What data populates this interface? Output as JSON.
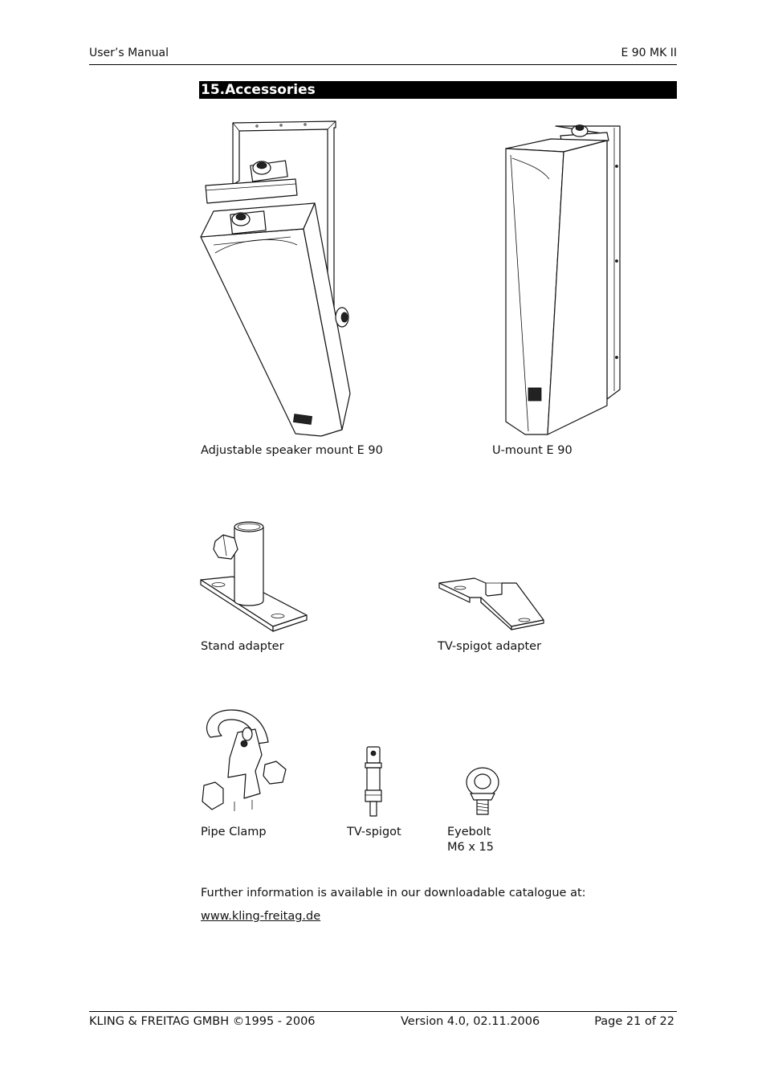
{
  "header": {
    "left": "User’s Manual",
    "right": "E 90 MK II"
  },
  "section": {
    "number": "15.",
    "title": "Accessories"
  },
  "figures": {
    "adjustable_mount": "Adjustable speaker mount E 90",
    "u_mount": "U-mount E 90",
    "stand_adapter": "Stand adapter",
    "tv_spigot_adapter": "TV-spigot adapter",
    "pipe_clamp": "Pipe Clamp",
    "tv_spigot": "TV-spigot",
    "eyebolt_line1": "Eyebolt",
    "eyebolt_line2": "M6 x 15"
  },
  "info": {
    "text": "Further information is available in our downloadable catalogue at:",
    "link": "www.kling-freitag.de"
  },
  "footer": {
    "company": "KLING & FREITAG GMBH ©1995 - 2006",
    "version": "Version 4.0, 02.11.2006",
    "page": "Page 21 of 22"
  }
}
